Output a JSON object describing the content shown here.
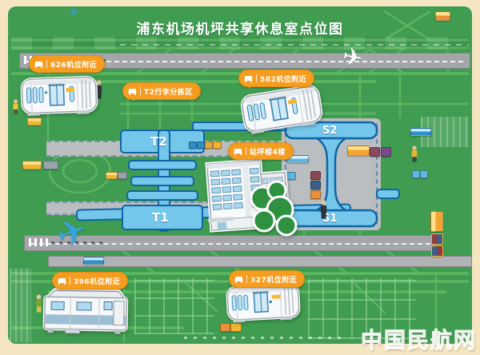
{
  "title": "浦东机场机坪共享休息室点位图",
  "watermark": "中国民航网",
  "terminals": {
    "t1": "T1",
    "t2": "T2",
    "s1": "S1",
    "s2": "S2"
  },
  "location_labels": [
    {
      "text": "626机位附近"
    },
    {
      "text": "T2行李分拣区"
    },
    {
      "text": "582机位附近"
    },
    {
      "text": "站坪楼4楼"
    },
    {
      "text": "396机位附近"
    },
    {
      "text": "327机位附近"
    }
  ],
  "colors": {
    "border_cream": "#F5E6C1",
    "map_green": "#3F9C50",
    "taxiway_green": "#5FB964",
    "runway_gray": "#A4A6A9",
    "apron_gray": "#BABEC1",
    "terminal_blue": "#74C6EA",
    "terminal_outline": "#1065A4",
    "label_orange": "#F59D20",
    "text_white": "#FFFFFF"
  }
}
